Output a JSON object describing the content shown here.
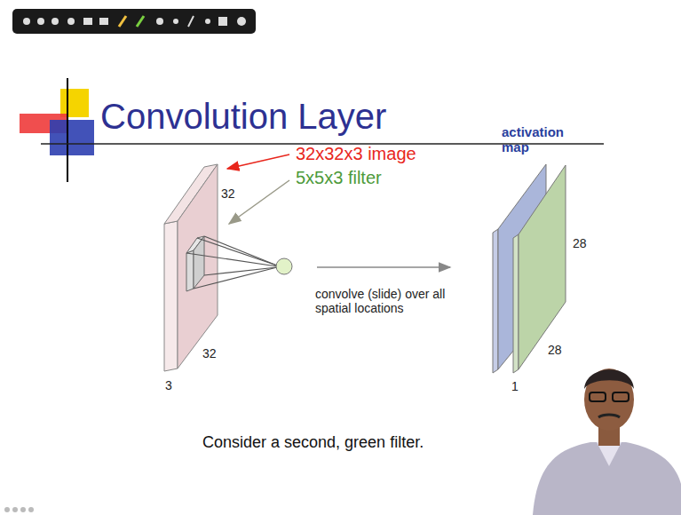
{
  "diagram": {
    "title": "Convolution Layer",
    "caption": "Consider a second, green filter.",
    "labels": [
      "32x32x3 image",
      "5x5x3 filter",
      "32",
      "32",
      "3",
      "convolve (slide) over all spatial locations",
      "activation map",
      "28",
      "28",
      "1"
    ]
  }
}
